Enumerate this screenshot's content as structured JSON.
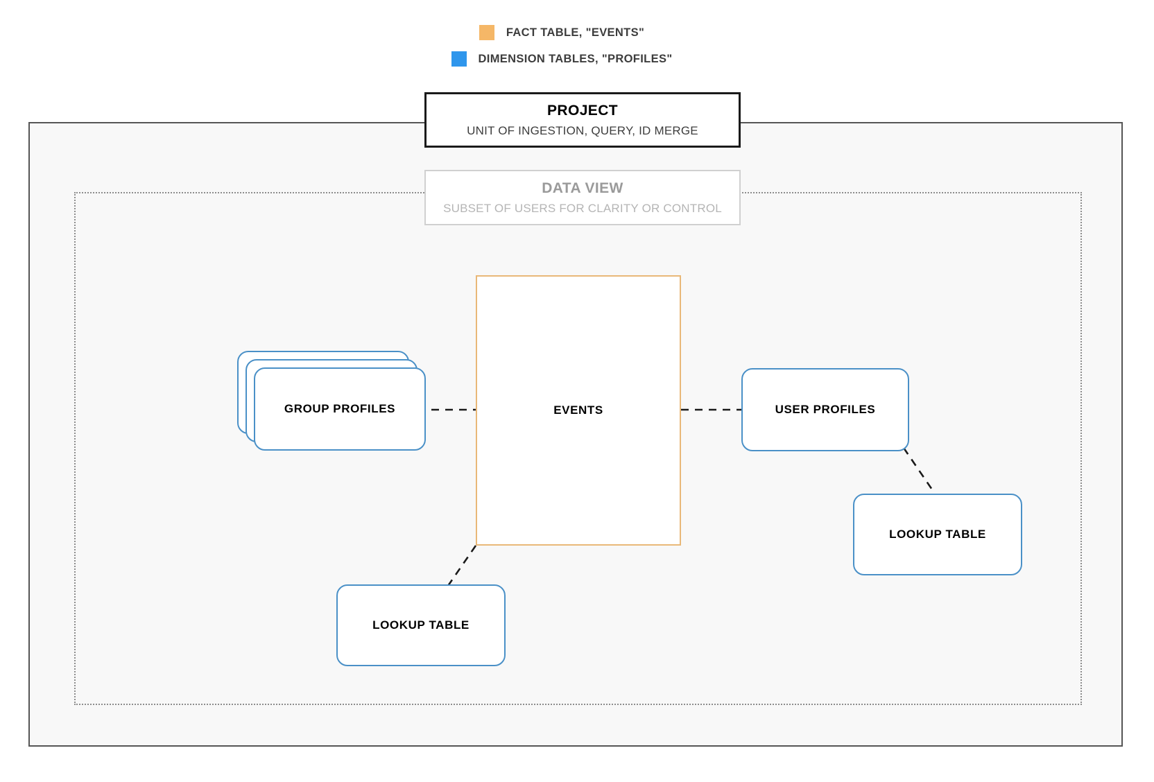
{
  "legend": {
    "items": [
      {
        "label": "FACT TABLE, \"EVENTS\"",
        "color": "#f5b767",
        "swatch_name": "fact-table-swatch"
      },
      {
        "label": "DIMENSION TABLES, \"PROFILES\"",
        "color": "#2f96ec",
        "swatch_name": "dimension-tables-swatch"
      }
    ]
  },
  "containers": {
    "project": {
      "title": "PROJECT",
      "subtitle": "UNIT OF INGESTION, QUERY, ID MERGE",
      "border_color": "#1a1a1a",
      "fill_color": "#f8f8f8"
    },
    "data_view": {
      "title": "DATA VIEW",
      "subtitle": "SUBSET OF USERS FOR CLARITY OR CONTROL",
      "border_color": "#d0d0d0",
      "text_color": "#9a9a9a"
    }
  },
  "nodes": {
    "events": {
      "label": "EVENTS",
      "type": "fact",
      "color": "#e9b878"
    },
    "group_profiles": {
      "label": "GROUP PROFILES",
      "type": "dimension",
      "color": "#4a90c7",
      "stack_count": 3
    },
    "user_profiles": {
      "label": "USER PROFILES",
      "type": "dimension",
      "color": "#4a90c7"
    },
    "lookup_table_left": {
      "label": "LOOKUP TABLE",
      "type": "dimension",
      "color": "#4a90c7"
    },
    "lookup_table_right": {
      "label": "LOOKUP TABLE",
      "type": "dimension",
      "color": "#4a90c7"
    }
  },
  "connections": [
    {
      "from": "group_profiles",
      "to": "events",
      "style": "dashed"
    },
    {
      "from": "events",
      "to": "user_profiles",
      "style": "dashed"
    },
    {
      "from": "user_profiles",
      "to": "lookup_table_right",
      "style": "dashed"
    },
    {
      "from": "events",
      "to": "lookup_table_left",
      "style": "dashed"
    }
  ]
}
